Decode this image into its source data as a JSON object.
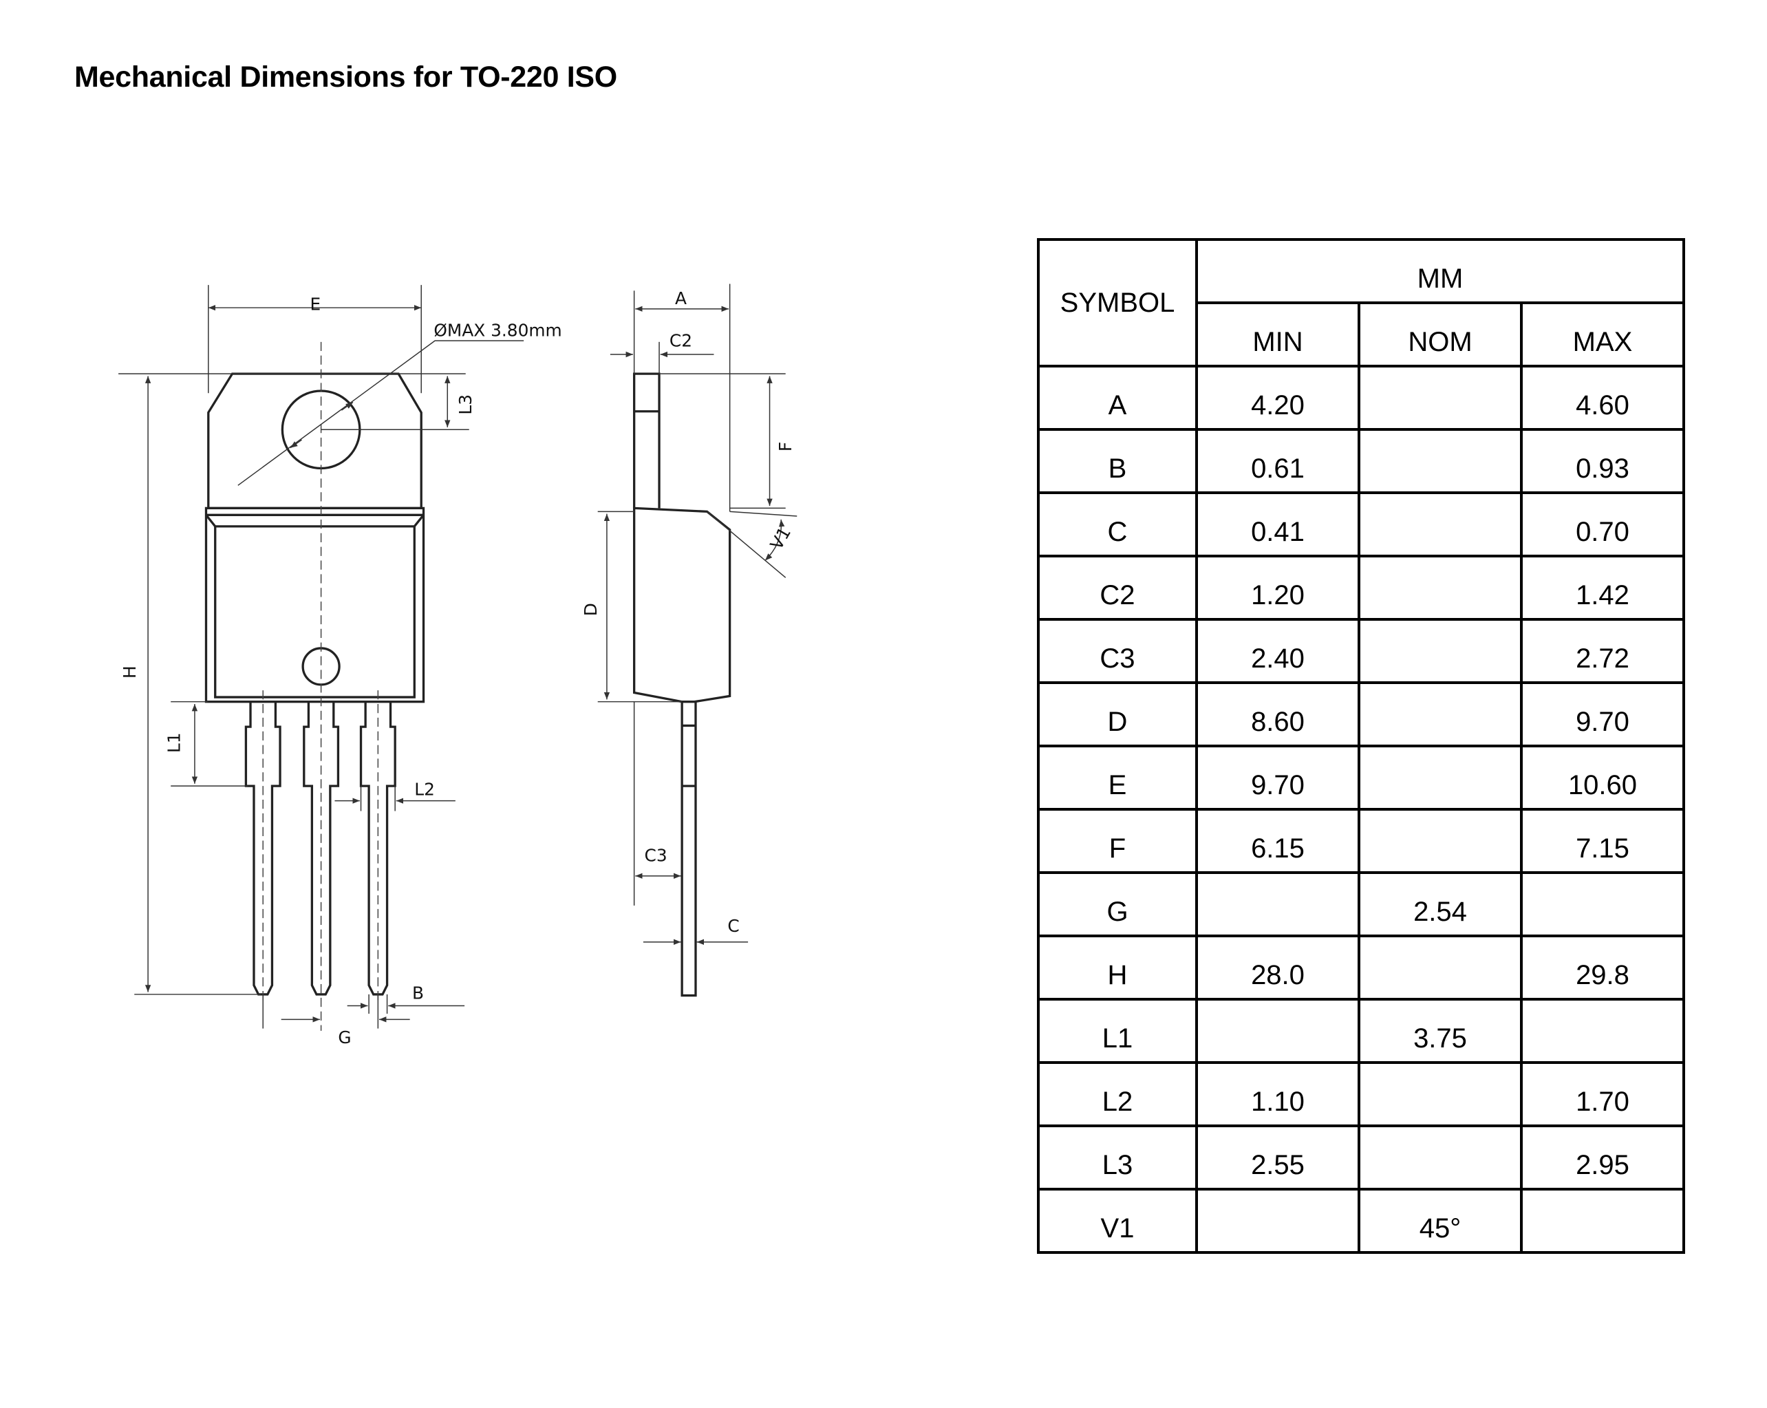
{
  "title": "Mechanical Dimensions for TO-220 ISO",
  "drawing": {
    "labels": {
      "E": "E",
      "hole": "ØMAX 3.80mm",
      "L3": "L3",
      "H": "H",
      "L1": "L1",
      "L2": "L2",
      "B": "B",
      "G": "G",
      "A": "A",
      "C2": "C2",
      "F": "F",
      "D": "D",
      "V1": "V1",
      "C3": "C3",
      "C": "C"
    }
  },
  "table": {
    "symbol_header": "SYMBOL",
    "unit_header": "MM",
    "columns": [
      "MIN",
      "NOM",
      "MAX"
    ],
    "rows": [
      {
        "symbol": "A",
        "min": "4.20",
        "nom": "",
        "max": "4.60"
      },
      {
        "symbol": "B",
        "min": "0.61",
        "nom": "",
        "max": "0.93"
      },
      {
        "symbol": "C",
        "min": "0.41",
        "nom": "",
        "max": "0.70"
      },
      {
        "symbol": "C2",
        "min": "1.20",
        "nom": "",
        "max": "1.42"
      },
      {
        "symbol": "C3",
        "min": "2.40",
        "nom": "",
        "max": "2.72"
      },
      {
        "symbol": "D",
        "min": "8.60",
        "nom": "",
        "max": "9.70"
      },
      {
        "symbol": "E",
        "min": "9.70",
        "nom": "",
        "max": "10.60"
      },
      {
        "symbol": "F",
        "min": "6.15",
        "nom": "",
        "max": "7.15"
      },
      {
        "symbol": "G",
        "min": "",
        "nom": "2.54",
        "max": ""
      },
      {
        "symbol": "H",
        "min": "28.0",
        "nom": "",
        "max": "29.8"
      },
      {
        "symbol": "L1",
        "min": "",
        "nom": "3.75",
        "max": ""
      },
      {
        "symbol": "L2",
        "min": "1.10",
        "nom": "",
        "max": "1.70"
      },
      {
        "symbol": "L3",
        "min": "2.55",
        "nom": "",
        "max": "2.95"
      },
      {
        "symbol": "V1",
        "min": "",
        "nom": "45°",
        "max": ""
      }
    ]
  }
}
